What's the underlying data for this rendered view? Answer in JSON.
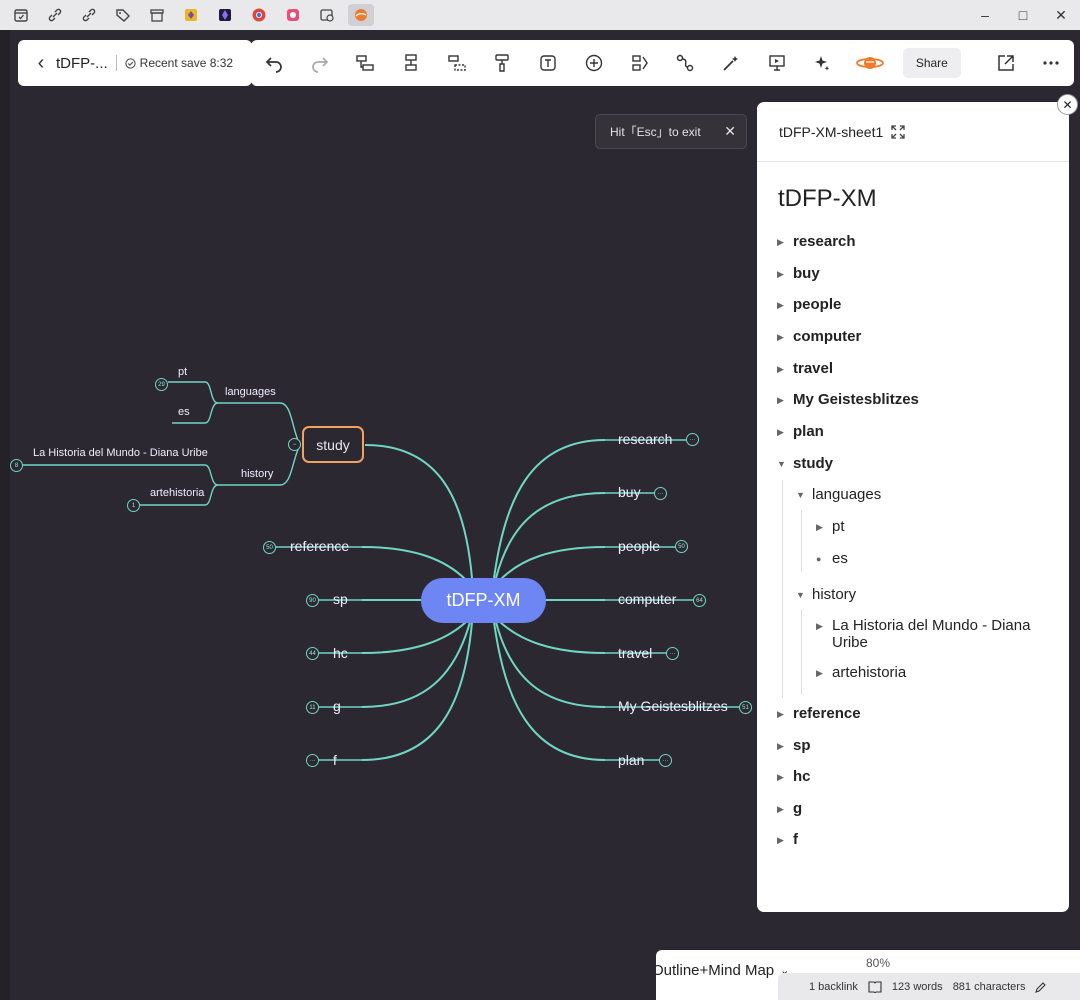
{
  "os_apps": [
    "calendar-icon",
    "link-icon",
    "link-add-icon",
    "tag-icon",
    "archive-icon",
    "obsidian-yellow-icon",
    "obsidian-icon",
    "chrome-icon",
    "app-pink-icon",
    "calendar-clock-icon",
    "xmind-icon"
  ],
  "window_controls": {
    "minimize": "–",
    "maximize": "□",
    "close": "✕"
  },
  "toolbar": {
    "doc_title": "tDFP-...",
    "save_status": "Recent save 8:32",
    "share_label": "Share"
  },
  "esc_hint": {
    "text": "Hit「Esc」to exit"
  },
  "mindmap": {
    "central": "tDFP-XM",
    "right": [
      "research",
      "buy",
      "people",
      "computer",
      "travel",
      "My Geistesblitzes",
      "plan"
    ],
    "right_badges": [
      "···",
      "···",
      "50",
      "64",
      "···",
      "51",
      "···"
    ],
    "left": [
      "reference",
      "sp",
      "hc",
      "g",
      "f"
    ],
    "left_badges": [
      "50",
      "90",
      "44",
      "11",
      "···"
    ],
    "study": "study",
    "languages": "languages",
    "pt": "pt",
    "es": "es",
    "history": "history",
    "historia_mundo": "La Historia del Mundo - Diana Uribe",
    "artehistoria": "artehistoria",
    "badges_small": {
      "pt": "29",
      "historia": "8",
      "artehistoria": "1"
    }
  },
  "outline": {
    "sheet_title": "tDFP-XM-sheet1",
    "root": "tDFP-XM",
    "items": {
      "research": "research",
      "buy": "buy",
      "people": "people",
      "computer": "computer",
      "travel": "travel",
      "geistesblitzes": "My Geistesblitzes",
      "plan": "plan",
      "study": "study",
      "languages": "languages",
      "pt": "pt",
      "es": "es",
      "history": "history",
      "historia_line1": "La Historia del Mundo - Diana",
      "historia_line2": "Uribe",
      "artehistoria": "artehistoria",
      "reference": "reference",
      "sp": "sp",
      "hc": "hc",
      "g": "g",
      "f": "f"
    }
  },
  "bottom": {
    "mode": "Outline+Mind Map",
    "zoom": "80%"
  },
  "status": {
    "backlinks": "1 backlink",
    "words": "123 words",
    "characters": "881 characters"
  },
  "colors": {
    "branch": "#70d6c4",
    "central": "#6e86f4",
    "study_border": "#f0a35e",
    "canvas": "#2b2832"
  }
}
